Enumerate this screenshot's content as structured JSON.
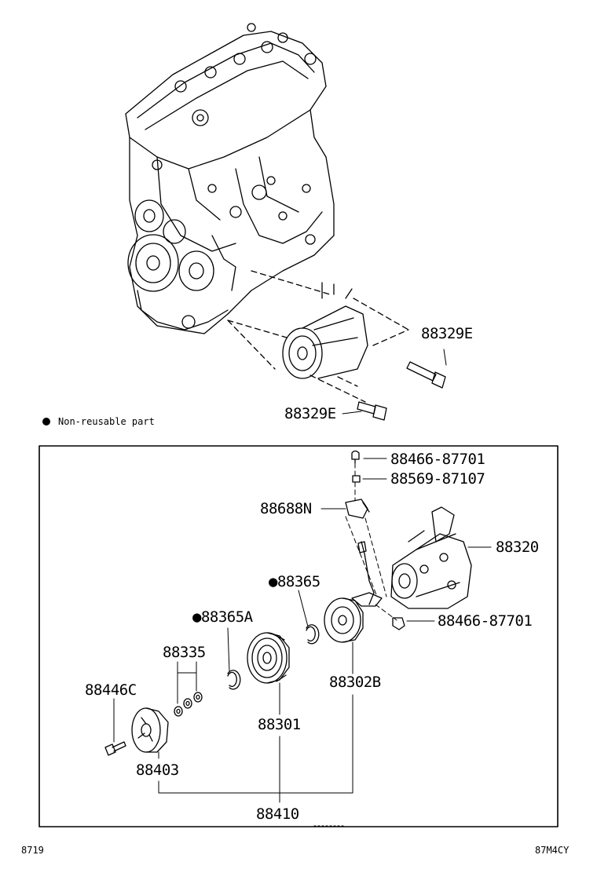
{
  "legend": {
    "non_reusable": "Non-reusable part"
  },
  "engine_callouts": {
    "bolt_upper": "88329E",
    "bolt_lower": "88329E"
  },
  "parts": {
    "p88466_87701_top": "88466-87701",
    "p88569_87107": "88569-87107",
    "p88688N": "88688N",
    "p88320": "88320",
    "p88365": "●88365",
    "p88466_87701_side": "88466-87701",
    "p88365A": "●88365A",
    "p88335": "88335",
    "p88446C": "88446C",
    "p88302B": "88302B",
    "p88301": "88301",
    "p88403": "88403",
    "p88410": "88410"
  },
  "footer": {
    "left_code": "8719",
    "right_code": "87M4CY"
  }
}
